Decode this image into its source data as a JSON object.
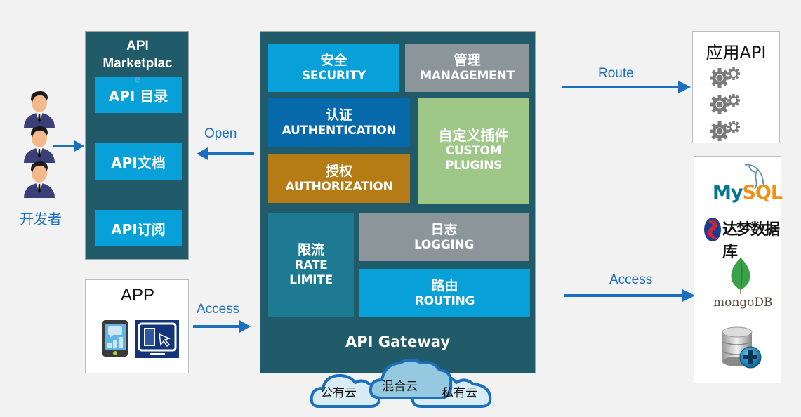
{
  "developers": {
    "label": "开发者",
    "icon": "developer-person-icon"
  },
  "marketplace": {
    "title_line1": "API",
    "title_line2": "Marketplac",
    "title_line3": "e",
    "items": [
      {
        "label": "API 目录"
      },
      {
        "label": "API文档"
      },
      {
        "label": "API订阅"
      }
    ]
  },
  "app": {
    "title": "APP",
    "icons": [
      "mobile-chart-icon",
      "monitor-cursor-icon"
    ]
  },
  "arrows": {
    "open": "Open",
    "access_left": "Access",
    "route": "Route",
    "access_right": "Access"
  },
  "gateway": {
    "title": "API Gateway",
    "tiles": {
      "security": {
        "cn": "安全",
        "en": "SECURITY",
        "color": "#08a0d8"
      },
      "management": {
        "cn": "管理",
        "en": "MANAGEMENT",
        "color": "#8b959a"
      },
      "authentication": {
        "cn": "认证",
        "en": "AUTHENTICATION",
        "color": "#0669aa"
      },
      "authorization": {
        "cn": "授权",
        "en": "AUTHORIZATION",
        "color": "#b57b14"
      },
      "custom_plugins": {
        "cn": "自定义插件",
        "en1": "CUSTOM",
        "en2": "PLUGINS",
        "color": "#9ec788"
      },
      "rate_limit": {
        "cn": "限流",
        "en1": "RATE",
        "en2": "LIMITE",
        "color": "#1e7a92"
      },
      "logging": {
        "cn": "日志",
        "en": "LOGGING",
        "color": "#8b959a"
      },
      "routing": {
        "cn": "路由",
        "en": "ROUTING",
        "color": "#08a0d8"
      }
    }
  },
  "clouds": {
    "public": "公有云",
    "hybrid": "混合云",
    "private": "私有云"
  },
  "app_api": {
    "title": "应用API",
    "icons": [
      "gears-icon",
      "gears-icon",
      "gears-icon"
    ]
  },
  "databases": {
    "mysql_my": "My",
    "mysql_sql": "SQL",
    "dameng": "达梦数据库",
    "mongodb": "mongoDB",
    "generic_icon": "database-add-icon"
  },
  "colors": {
    "background": "#f2f2f2",
    "panel": "#215a69",
    "arrow": "#1a6fbf"
  }
}
